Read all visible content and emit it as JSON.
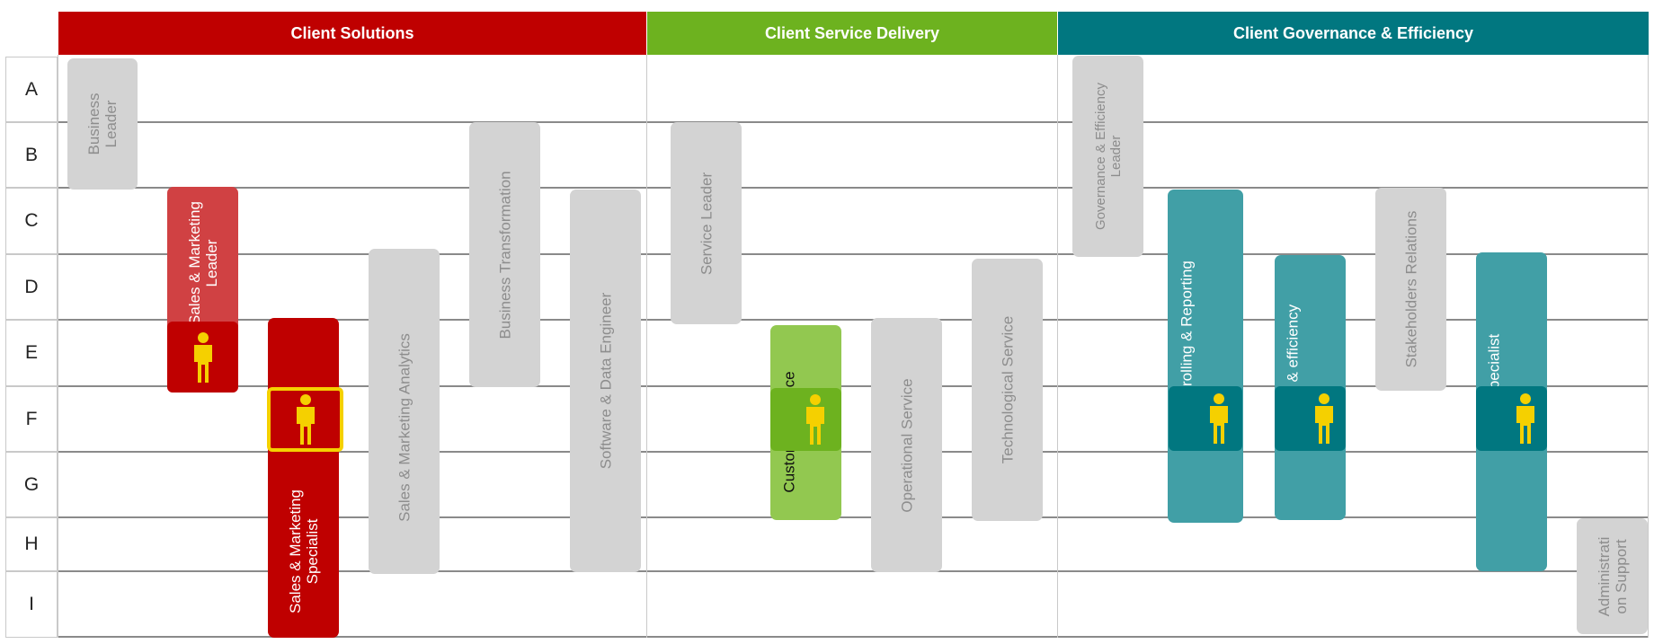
{
  "columns": [
    {
      "label": "Client Solutions",
      "color": "#bf0000"
    },
    {
      "label": "Client Service Delivery",
      "color": "#6db21f"
    },
    {
      "label": "Client Governance & Efficiency",
      "color": "#017780"
    }
  ],
  "rows": [
    "A",
    "B",
    "C",
    "D",
    "E",
    "F",
    "G",
    "H",
    "I"
  ],
  "roles": [
    {
      "id": "business-leader",
      "label": "Business Leader",
      "style": "gray"
    },
    {
      "id": "sales-marketing-leader",
      "label": "Sales & Marketing Leader",
      "style": "red-light",
      "occupied": true
    },
    {
      "id": "sales-marketing-specialist",
      "label": "Sales & Marketing Specialist",
      "style": "red",
      "occupied": true,
      "highlighted": true
    },
    {
      "id": "sales-marketing-analytics",
      "label": "Sales & Marketing Analytics",
      "style": "gray"
    },
    {
      "id": "business-transformation",
      "label": "Business Transformation",
      "style": "gray"
    },
    {
      "id": "software-data-engineer",
      "label": "Software & Data Engineer",
      "style": "gray"
    },
    {
      "id": "service-leader",
      "label": "Service Leader",
      "style": "gray"
    },
    {
      "id": "customer-service",
      "label": "Customer Service",
      "style": "green",
      "occupied": true
    },
    {
      "id": "operational-service",
      "label": "Operational Service",
      "style": "gray"
    },
    {
      "id": "technological-service",
      "label": "Technological Service",
      "style": "gray"
    },
    {
      "id": "governance-efficiency-leader",
      "label": "Governance & Efficiency Leader",
      "style": "gray"
    },
    {
      "id": "controlling-reporting",
      "label": "Controlling & Reporting",
      "style": "teal",
      "occupied": true
    },
    {
      "id": "quality-efficiency",
      "label": "Quality & efficiency",
      "style": "teal",
      "occupied": true
    },
    {
      "id": "stakeholders-relations",
      "label": "Stakeholders Relations",
      "style": "gray"
    },
    {
      "id": "coe-specialist",
      "label": "CoE Specialist",
      "style": "teal",
      "occupied": true
    },
    {
      "id": "administration-support",
      "label": "Administrati on Support",
      "style": "gray"
    }
  ],
  "colors": {
    "person_icon": "#f5d000",
    "highlight_border": "#f5d000"
  },
  "icons": {
    "person": "person-icon"
  }
}
